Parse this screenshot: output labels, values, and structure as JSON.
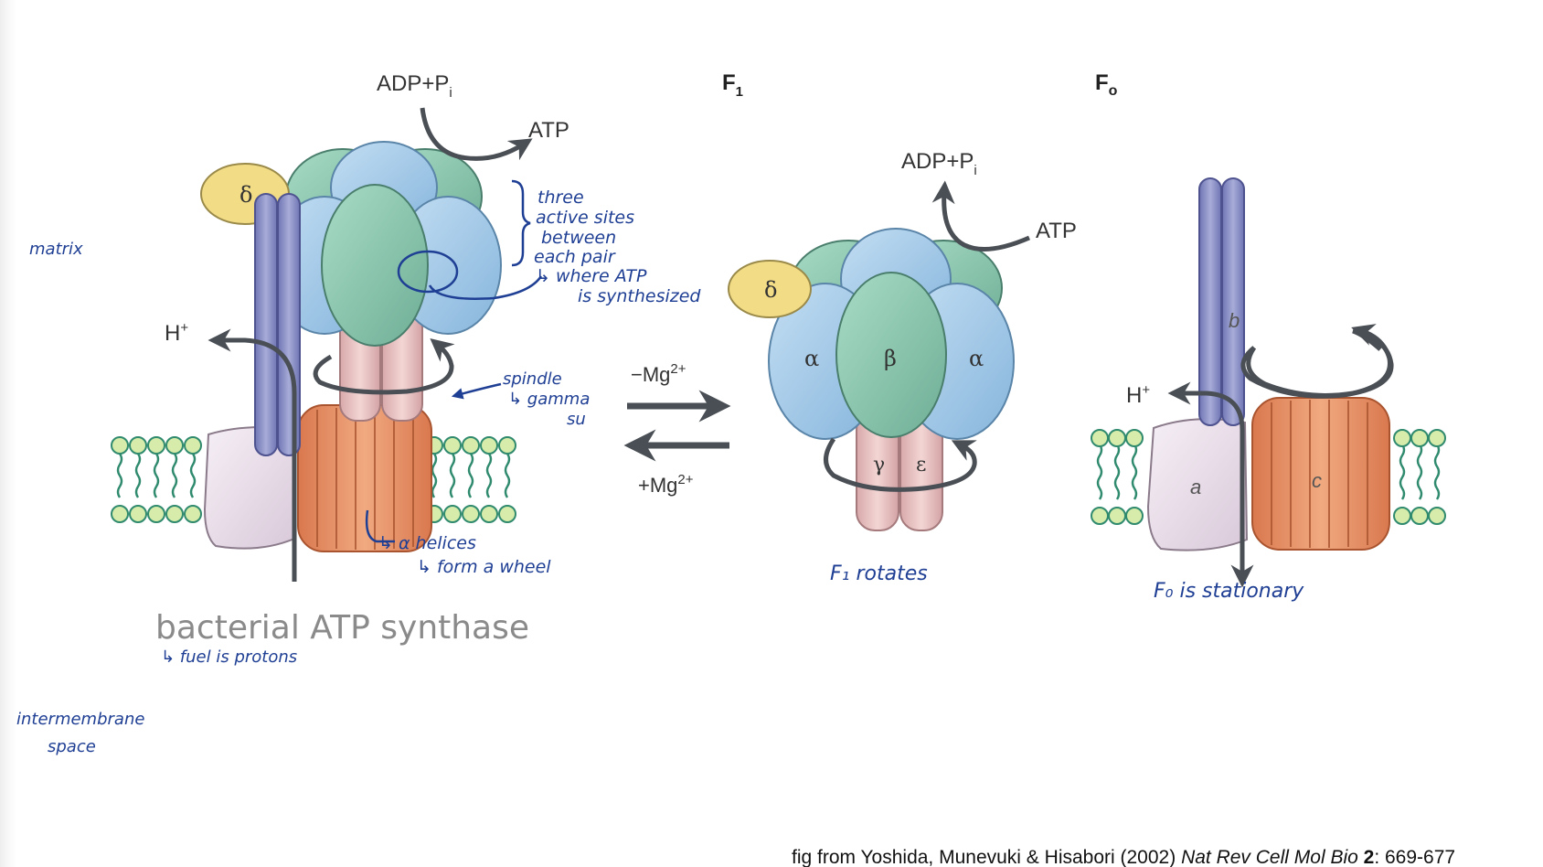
{
  "panel_labels": {
    "f1": "F",
    "f1_sub": "1",
    "fo": "F",
    "fo_sub": "o"
  },
  "left": {
    "adp": "ADP+P",
    "adp_sub": "i",
    "atp": "ATP",
    "hplus": "H",
    "hplus_sup": "+",
    "delta": "δ",
    "caption": "bacterial ATP synthase"
  },
  "transition": {
    "minus_mg": "−Mg",
    "minus_mg_sup": "2+",
    "plus_mg": "+Mg",
    "plus_mg_sup": "2+"
  },
  "middle": {
    "adp": "ADP+P",
    "adp_sub": "i",
    "atp": "ATP",
    "delta": "δ",
    "alpha_left": "α",
    "beta": "β",
    "alpha_right": "α",
    "gamma": "γ",
    "epsilon": "ε"
  },
  "right": {
    "b": "b",
    "hplus": "H",
    "hplus_sup": "+",
    "a": "a",
    "c": "c"
  },
  "handwritten": {
    "matrix": "matrix",
    "three_active_sites": [
      "three",
      "active sites",
      "between",
      "each pair"
    ],
    "where_atp": [
      "↳ where ATP",
      "is synthesized"
    ],
    "spindle": [
      "spindle",
      "↳ gamma",
      "su"
    ],
    "alpha_helices": [
      "↳ α helices",
      "↳ form a wheel"
    ],
    "f1_rotates": "F₁ rotates",
    "fo_stationary": "F₀  is  stationary",
    "fuel": "↳ fuel is protons",
    "intermembrane": [
      "intermembrane",
      "space"
    ]
  },
  "citation": {
    "prefix": "fig from Yoshida, Munevuki & Hisabori (2002) ",
    "journal": "Nat Rev Cell Mol Bio",
    "volume": " 2",
    "pages": ": 669-677"
  },
  "colors": {
    "green": "#8fcab3",
    "blue": "#a9cdea",
    "delta_yellow": "#f3dc86",
    "stalk_purple": "#8a8fc4",
    "pink": "#e9c3c3",
    "orange": "#e58f66",
    "lavender": "#ede3ee",
    "membrane_green": "#2f8a6e",
    "ink_blue": "#1f3f94",
    "arrow_gray": "#4a4f55"
  }
}
